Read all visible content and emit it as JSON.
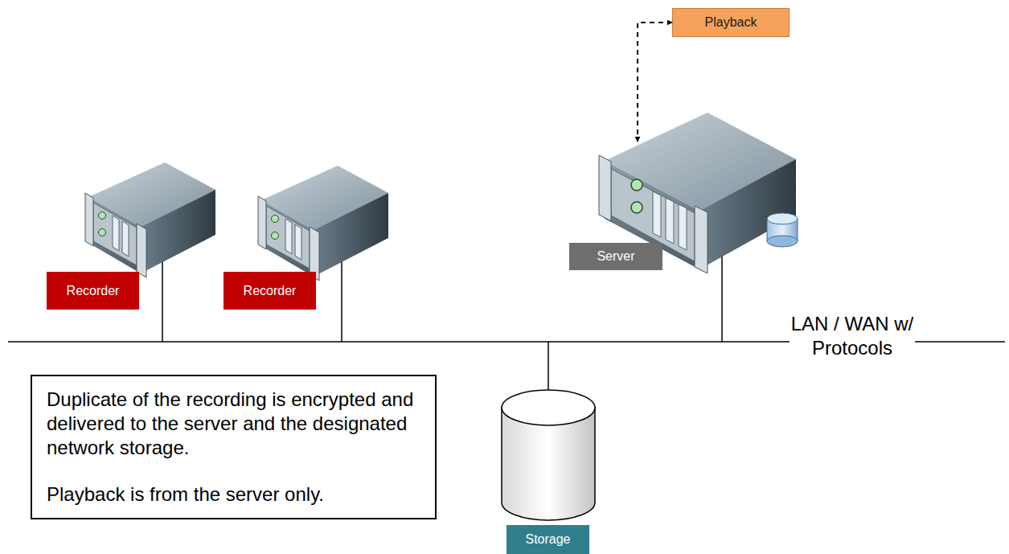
{
  "diagram": {
    "nodes": [
      {
        "text": [
          "Playback"
        ]
      },
      {
        "text": [
          "Server"
        ]
      },
      {
        "text": [
          "Recorder"
        ]
      },
      {
        "text": [
          "Recorder"
        ]
      },
      {
        "text": [
          "Duplicate of the recording is encrypted and delivered to the server and the designated network storage.",
          "Playback is from the server only."
        ]
      },
      {
        "text": [
          "Storage"
        ]
      }
    ],
    "edges": [
      {
        "from": 0,
        "to": 1,
        "arrow": "both"
      }
    ],
    "labels": [
      "LAN / WAN w/ Protocols"
    ]
  }
}
